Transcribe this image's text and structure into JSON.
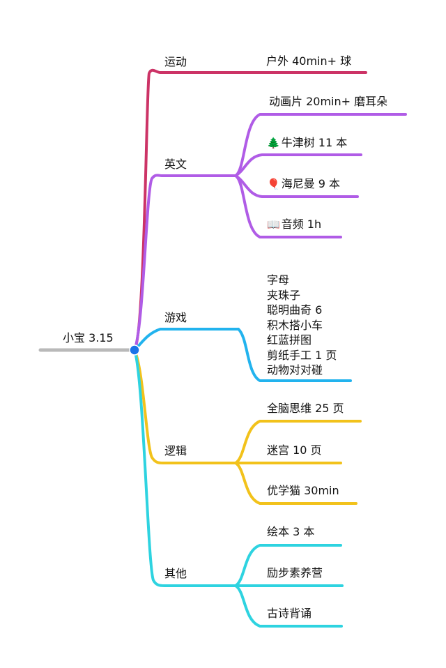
{
  "root": {
    "label": "小宝 3.15"
  },
  "colors": {
    "root_line": "#b9b9b9",
    "root_node": "#1a73e8",
    "sport": "#cc3366",
    "english": "#b05ce6",
    "game": "#22b3ee",
    "logic": "#f2c21b",
    "other": "#2ed3e0"
  },
  "branches": {
    "sport": {
      "label": "运动",
      "children": [
        "户外 40min+ 球"
      ]
    },
    "english": {
      "label": "英文",
      "children": [
        "动画片 20min+ 磨耳朵",
        "牛津树 11 本",
        "海尼曼 9 本",
        "音频 1h"
      ],
      "icons": [
        "evergreen-tree-icon",
        "balloon-icon",
        "open-book-icon"
      ]
    },
    "game": {
      "label": "游戏",
      "children": [
        "字母\n夹珠子\n聪明曲奇 6\n积木搭小车\n红蓝拼图\n剪纸手工 1 页\n动物对对碰"
      ]
    },
    "logic": {
      "label": "逻辑",
      "children": [
        "全脑思维 25 页",
        "迷宫 10 页",
        "优学猫 30min"
      ]
    },
    "other": {
      "label": "其他",
      "children": [
        "绘本 3 本",
        "励步素养营",
        "古诗背诵"
      ]
    }
  }
}
